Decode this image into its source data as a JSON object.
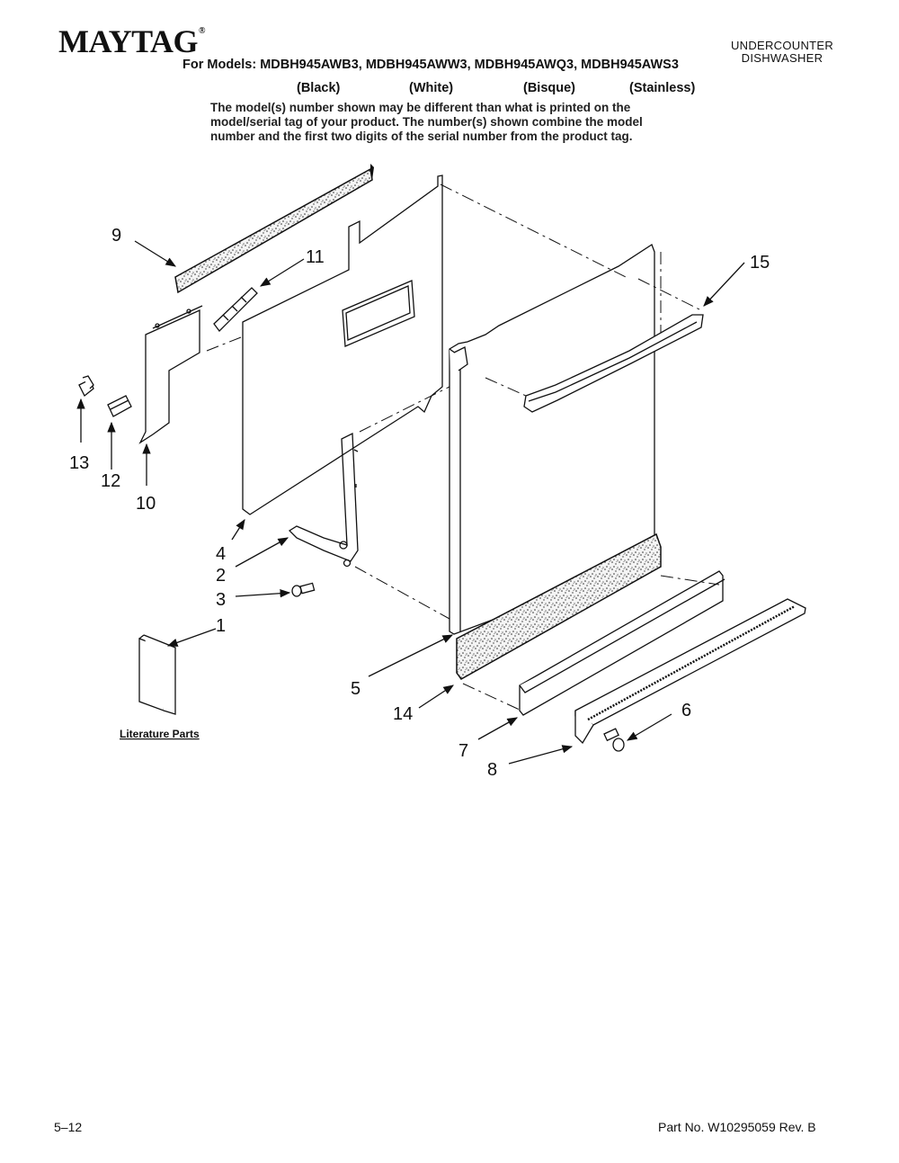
{
  "brand": "MAYTAG",
  "product_type": [
    "UNDERCOUNTER",
    "DISHWASHER"
  ],
  "models_line": "For Models: MDBH945AWB3, MDBH945AWW3, MDBH945AWQ3, MDBH945AWS3",
  "colors": [
    "(Black)",
    "(White)",
    "(Bisque)",
    "(Stainless)"
  ],
  "note_lines": [
    "The model(s) number shown may be different than what is printed on the",
    "model/serial tag of your product. The number(s) shown combine the model",
    "number and the first two digits of the serial number from the product tag."
  ],
  "callouts": [
    "1",
    "2",
    "3",
    "4",
    "5",
    "6",
    "7",
    "8",
    "9",
    "10",
    "11",
    "12",
    "13",
    "14",
    "15"
  ],
  "literature_label": "Literature Parts",
  "footer": {
    "page": "5–12",
    "part_no": "Part No. W10295059 Rev. B"
  }
}
